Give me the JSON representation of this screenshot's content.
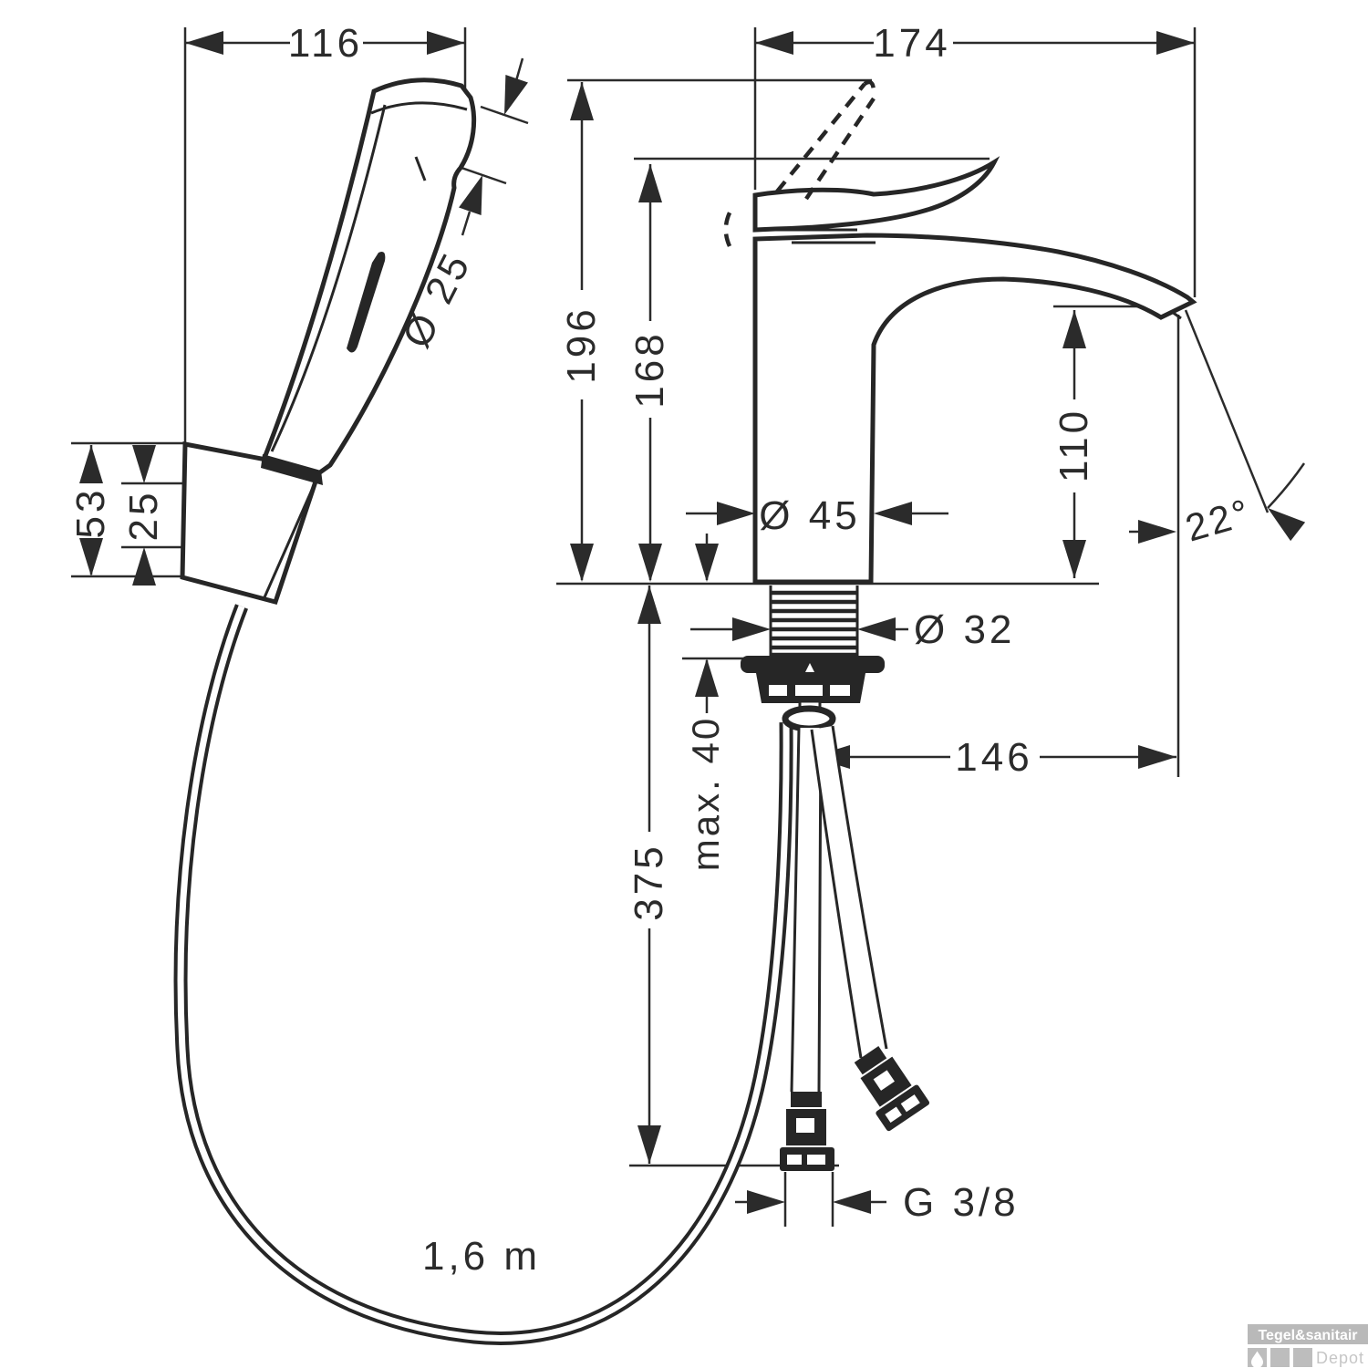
{
  "drawing": {
    "title": "faucet-with-hand-shower-dimension-drawing",
    "dimensions": {
      "head_width": "116",
      "head_diameter": "Ø 25",
      "holder_height": "53",
      "holder_pitch": "25",
      "hose_length": "1,6 m",
      "handle_reach": "174",
      "total_height": "196",
      "handle_height": "168",
      "spout_height": "110",
      "body_diameter": "Ø 45",
      "shank_diameter": "Ø 32",
      "spout_angle": "22°",
      "spout_reach": "146",
      "max_deck_thickness": "max. 40",
      "under_deck_height": "375",
      "connection_thread": "G 3/8"
    },
    "watermark": {
      "brand": "Tegel&sanitair",
      "sub_brand": "Depot"
    },
    "colors": {
      "line": "#2b2b2b",
      "product_line": "#262626",
      "background": "#ffffff",
      "watermark_gray": "#bdbdbd"
    }
  }
}
